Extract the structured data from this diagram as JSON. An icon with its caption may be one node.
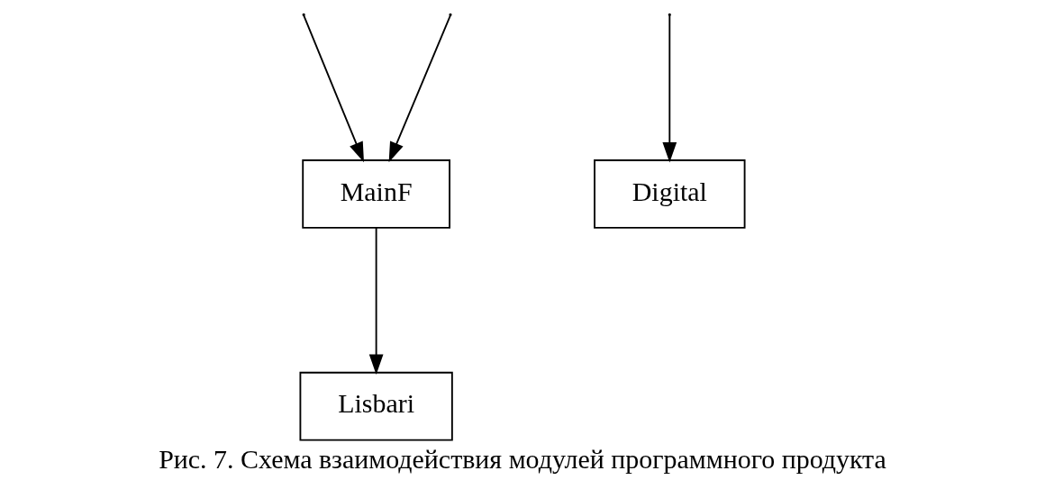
{
  "diagram": {
    "caption": "Рис. 7. Схема взаимодействия модулей программного продукта",
    "nodes": [
      {
        "text": [
          "MainF"
        ]
      },
      {
        "text": [
          "Digital"
        ]
      },
      {
        "text": [
          "Lisbari"
        ]
      }
    ],
    "edges": [
      {
        "from": null,
        "to": 0,
        "arrow": "to"
      },
      {
        "from": null,
        "to": 0,
        "arrow": "to"
      },
      {
        "from": 0,
        "to": 2,
        "arrow": "to"
      },
      {
        "from": null,
        "to": 1,
        "arrow": "to"
      }
    ]
  }
}
